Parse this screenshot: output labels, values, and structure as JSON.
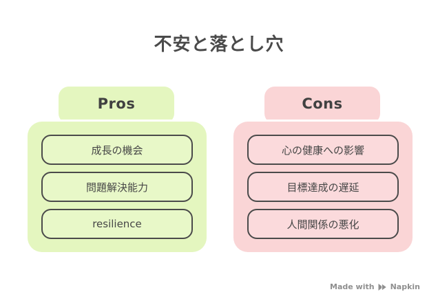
{
  "title": "不安と落とし穴",
  "pros": {
    "label": "Pros",
    "items": [
      "成長の機会",
      "問題解決能力",
      "resilience"
    ]
  },
  "cons": {
    "label": "Cons",
    "items": [
      "心の健康への影響",
      "目標達成の遅延",
      "人間関係の悪化"
    ]
  },
  "watermark": {
    "text": "Made with",
    "brand": "Napkin",
    "icon": "napkin-logo-icon"
  },
  "colors": {
    "background": "#ffffff",
    "pros_fill": "#e4f6bf",
    "pros_item_fill": "#e8f8c8",
    "cons_fill": "#fad5d6",
    "cons_item_fill": "#fbdadc",
    "outline": "#ffffff",
    "item_border": "#4a4a4a",
    "title_text": "#4a4a4a",
    "item_text": "#464646",
    "watermark_text": "#8f8f8f"
  }
}
